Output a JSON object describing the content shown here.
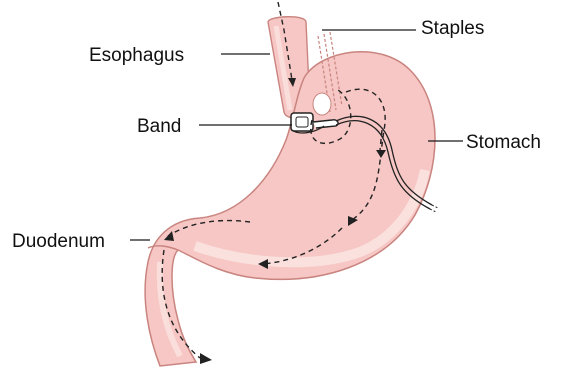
{
  "labels": {
    "esophagus": "Esophagus",
    "staples": "Staples",
    "band": "Band",
    "stomach": "Stomach",
    "duodenum": "Duodenum"
  },
  "colors": {
    "tissue_fill": "#f6c7c4",
    "tissue_outline": "#c9847f",
    "tissue_highlight": "#fbe3e1",
    "band": "#ffffff",
    "label_text": "#111111"
  }
}
